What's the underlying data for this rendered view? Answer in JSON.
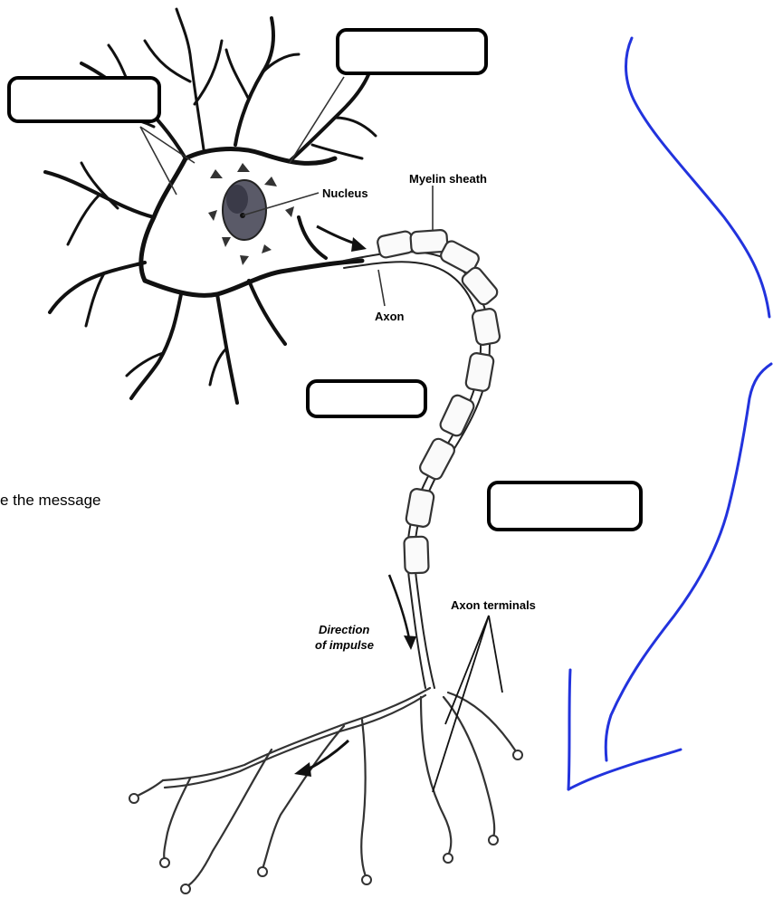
{
  "labels": {
    "nucleus": "Nucleus",
    "myelin": "Myelin sheath",
    "axon": "Axon",
    "terminals": "Axon terminals",
    "direction_line1": "Direction",
    "direction_line2": "of impulse"
  },
  "side_text": "e the message",
  "blank_label_boxes": [
    "",
    "",
    "",
    ""
  ],
  "colors": {
    "ink": "#000000",
    "annotation": "#2233dd",
    "background": "#ffffff"
  }
}
